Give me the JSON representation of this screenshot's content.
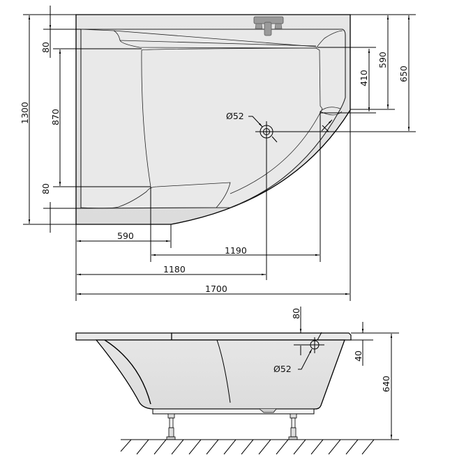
{
  "title": "Corner bathtub technical drawing",
  "colors": {
    "body_fill": "#e3e3e3",
    "inner_fill": "#e9e9e9",
    "faucet_fill": "#9a9a9a",
    "line": "#000000",
    "background": "#ffffff"
  },
  "plan_view": {
    "dims": {
      "total_depth": "1300",
      "rim_top": "80",
      "inner_length": "870",
      "rim_bottom": "80",
      "right_590": "590",
      "right_410": "410",
      "right_650": "650",
      "bottom_590": "590",
      "bottom_1190": "1190",
      "bottom_1180": "1180",
      "total_length": "1700",
      "drain_diameter": "Ø52"
    },
    "icons": [
      "faucet-icon",
      "drain-icon",
      "overflow-icon"
    ]
  },
  "side_view": {
    "dims": {
      "overflow_top": "80",
      "rim_thickness": "40",
      "total_height": "640",
      "overflow_diameter": "Ø52"
    },
    "icons": [
      "leg-icon",
      "floor-hatch"
    ]
  }
}
